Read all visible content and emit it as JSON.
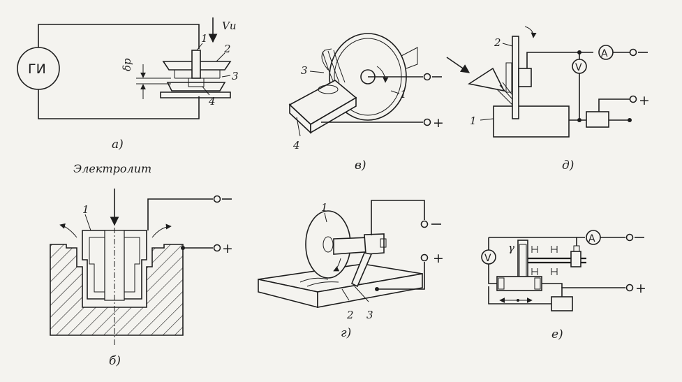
{
  "captions": {
    "a": "а)",
    "b": "б)",
    "v": "в)",
    "g": "г)",
    "d": "д)",
    "e": "е)"
  },
  "electrolyte_label": "Электролит",
  "generator_label": "ГИ",
  "velocity_label": "Vи",
  "gap_label": "δр",
  "meters": {
    "ammeter": "A",
    "voltmeter": "V"
  },
  "polarity": {
    "minus": "−",
    "plus": "+"
  },
  "gamma_label": "γ",
  "numbers": {
    "n1": "1",
    "n2": "2",
    "n3": "3",
    "n4": "4"
  }
}
